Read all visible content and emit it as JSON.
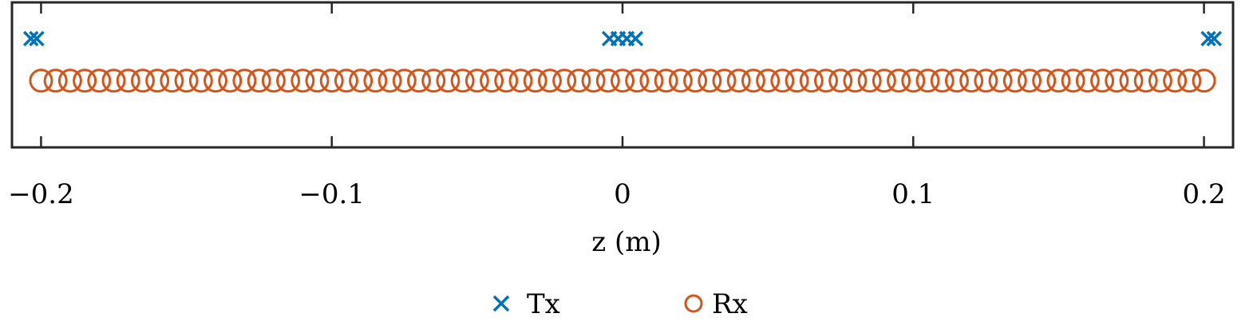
{
  "chart_data": {
    "type": "scatter",
    "xlabel": "z (m)",
    "xlim": [
      -0.21,
      0.21
    ],
    "ylim": [
      0,
      1
    ],
    "x_ticks": [
      -0.2,
      -0.1,
      0,
      0.1,
      0.2
    ],
    "x_tick_labels": [
      "−0.2",
      "−0.1",
      "0",
      "0.1",
      "0.2"
    ],
    "grid": false,
    "legend_placement": "bottom-center",
    "series": [
      {
        "name": "Tx",
        "marker": "x",
        "color": "#0072BD",
        "y": 0.75,
        "x": [
          -0.2035,
          -0.2015,
          -0.0045,
          -0.0015,
          0.0015,
          0.0045,
          0.2015,
          0.2035
        ]
      },
      {
        "name": "Rx",
        "marker": "o",
        "color": "#D95319",
        "y": 0.46,
        "count": 81,
        "x_start": -0.2,
        "x_step": 0.005
      }
    ]
  }
}
